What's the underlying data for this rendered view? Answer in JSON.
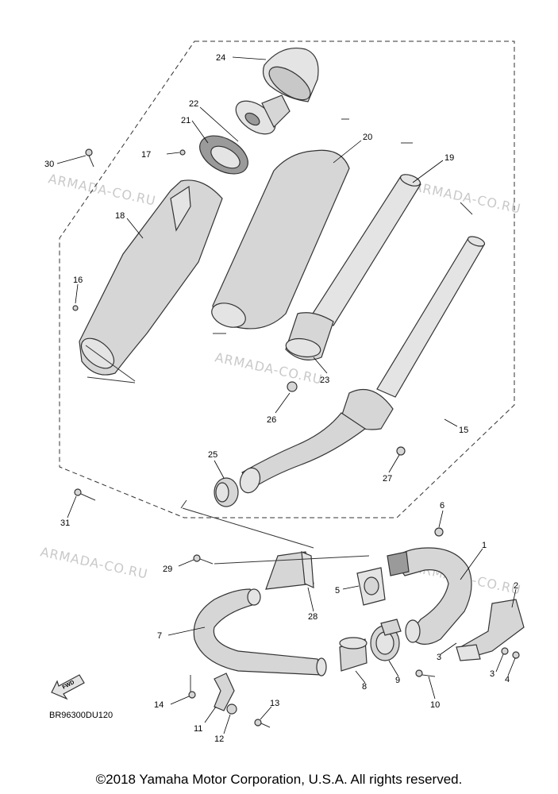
{
  "watermark": "ARMADA-CO.RU",
  "diagram_code": "BR96300DU120",
  "fwd_label": "FWD",
  "copyright": "©2018 Yamaha Motor Corporation, U.S.A. All rights reserved.",
  "parts": {
    "p1": "1",
    "p2": "2",
    "p3a": "3",
    "p3b": "3",
    "p4": "4",
    "p5": "5",
    "p6": "6",
    "p7": "7",
    "p8": "8",
    "p9": "9",
    "p10": "10",
    "p11": "11",
    "p12": "12",
    "p13": "13",
    "p14": "14",
    "p15": "15",
    "p16": "16",
    "p17": "17",
    "p18": "18",
    "p19": "19",
    "p20": "20",
    "p21": "21",
    "p22": "22",
    "p23": "23",
    "p24": "24",
    "p25": "25",
    "p26": "26",
    "p27": "27",
    "p28": "28",
    "p29": "29",
    "p30": "30",
    "p31": "31"
  }
}
